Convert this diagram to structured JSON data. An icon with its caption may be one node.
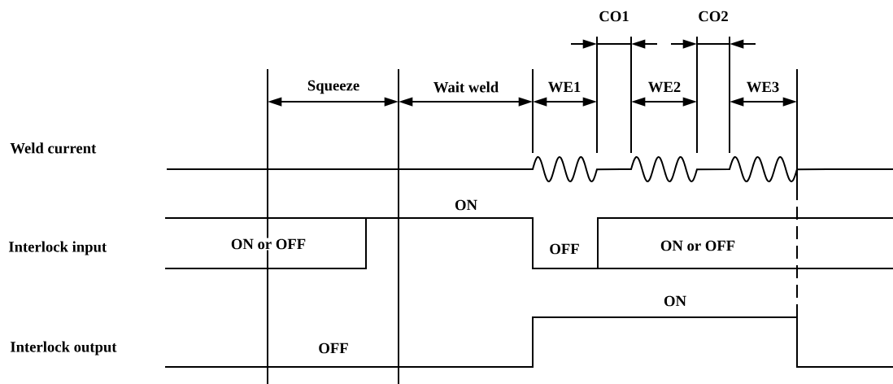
{
  "diagram": {
    "labels": [
      "CO1",
      "CO2",
      "Squeeze",
      "Wait weld",
      "WE1",
      "WE2",
      "WE3",
      "Weld current",
      "ON",
      "Interlock input",
      "ON or OFF",
      "OFF",
      "ON or OFF",
      "ON",
      "Interlock output",
      "OFF"
    ]
  }
}
